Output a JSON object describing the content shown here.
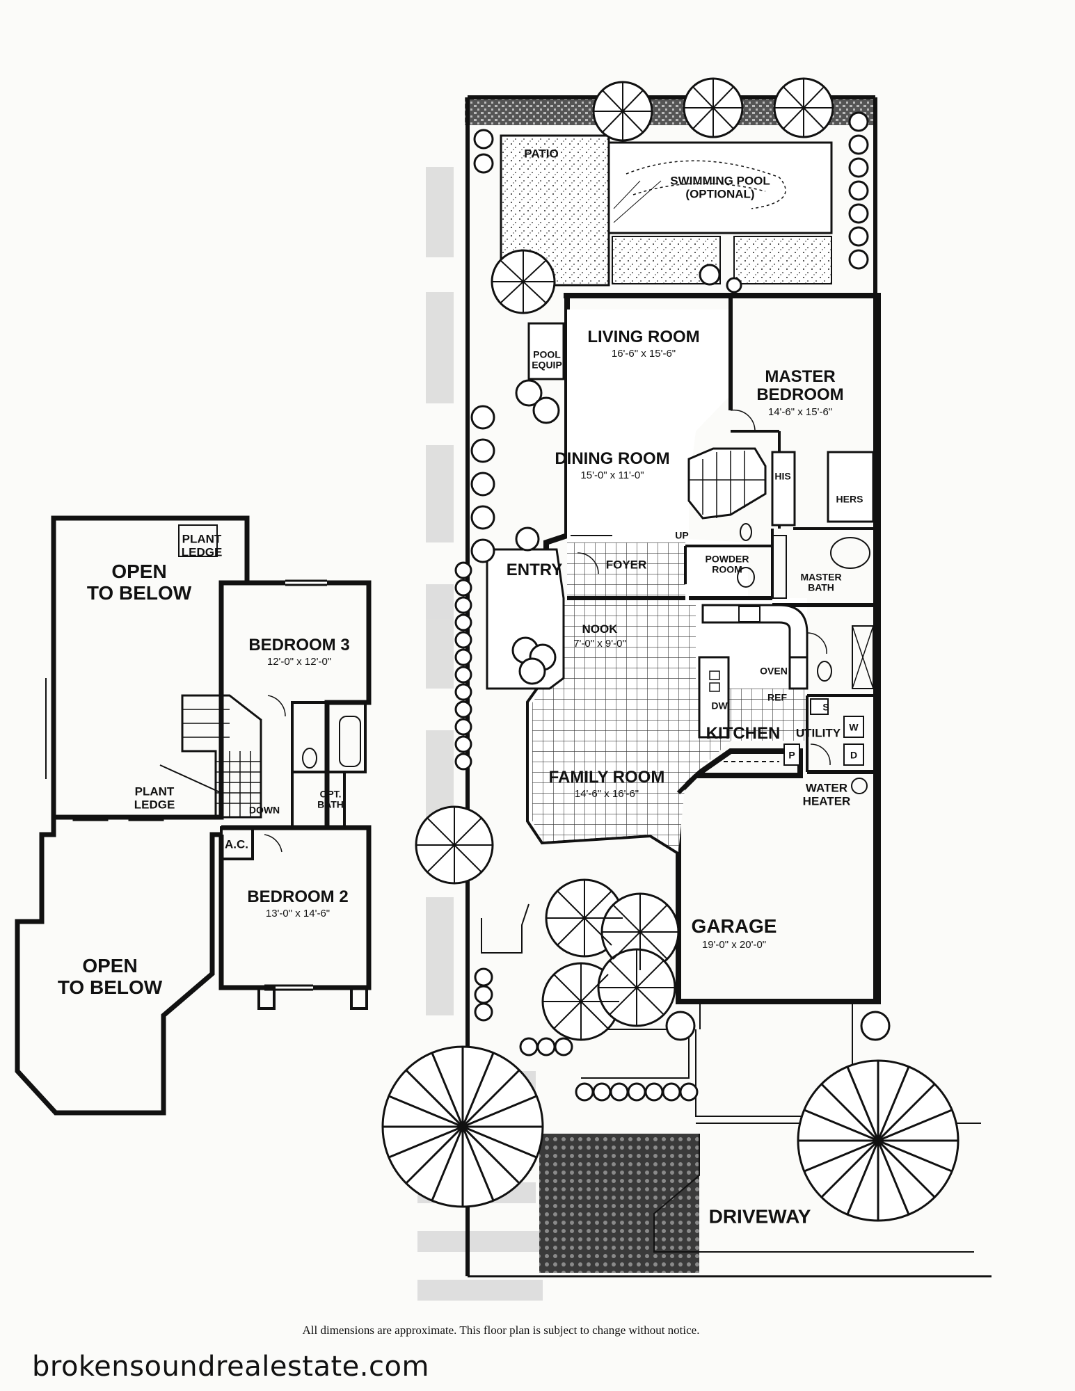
{
  "upper_floor": {
    "rooms": [
      {
        "id": "open-to-below-1",
        "name": "OPEN\nTO BELOW",
        "dims": ""
      },
      {
        "id": "plant-ledge-1",
        "name": "PLANT\nLEDGE",
        "dims": ""
      },
      {
        "id": "bedroom-3",
        "name": "BEDROOM 3",
        "dims": "12'-0\" x 12'-0\""
      },
      {
        "id": "plant-ledge-2",
        "name": "PLANT\nLEDGE",
        "dims": ""
      },
      {
        "id": "down",
        "name": "DOWN",
        "dims": ""
      },
      {
        "id": "opt-bath",
        "name": "OPT.\nBATH",
        "dims": ""
      },
      {
        "id": "ac",
        "name": "A.C.",
        "dims": ""
      },
      {
        "id": "bedroom-2",
        "name": "BEDROOM 2",
        "dims": "13'-0\" x 14'-6\""
      },
      {
        "id": "open-to-below-2",
        "name": "OPEN\nTO BELOW",
        "dims": ""
      }
    ]
  },
  "ground_floor": {
    "rooms": [
      {
        "id": "patio",
        "name": "PATIO",
        "dims": ""
      },
      {
        "id": "swimming-pool",
        "name": "SWIMMING POOL\n(OPTIONAL)",
        "dims": ""
      },
      {
        "id": "living-room",
        "name": "LIVING ROOM",
        "dims": "16'-6\" x 15'-6\""
      },
      {
        "id": "pool-equip",
        "name": "POOL\nEQUIP",
        "dims": ""
      },
      {
        "id": "master-bedroom",
        "name": "MASTER\nBEDROOM",
        "dims": "14'-6\" x 15'-6\""
      },
      {
        "id": "dining-room",
        "name": "DINING ROOM",
        "dims": "15'-0\" x 11'-0\""
      },
      {
        "id": "his",
        "name": "HIS",
        "dims": ""
      },
      {
        "id": "hers",
        "name": "HERS",
        "dims": ""
      },
      {
        "id": "up",
        "name": "UP",
        "dims": ""
      },
      {
        "id": "entry",
        "name": "ENTRY",
        "dims": ""
      },
      {
        "id": "foyer",
        "name": "FOYER",
        "dims": ""
      },
      {
        "id": "powder-room",
        "name": "POWDER\nROOM",
        "dims": ""
      },
      {
        "id": "master-bath",
        "name": "MASTER\nBATH",
        "dims": ""
      },
      {
        "id": "nook",
        "name": "NOOK",
        "dims": "7'-0\" x 9'-0\""
      },
      {
        "id": "oven",
        "name": "OVEN",
        "dims": ""
      },
      {
        "id": "ref",
        "name": "REF",
        "dims": ""
      },
      {
        "id": "dw",
        "name": "DW",
        "dims": ""
      },
      {
        "id": "s",
        "name": "S",
        "dims": ""
      },
      {
        "id": "w",
        "name": "W",
        "dims": ""
      },
      {
        "id": "kitchen",
        "name": "KITCHEN",
        "dims": ""
      },
      {
        "id": "utility",
        "name": "UTILITY",
        "dims": ""
      },
      {
        "id": "p",
        "name": "P",
        "dims": ""
      },
      {
        "id": "d",
        "name": "D",
        "dims": ""
      },
      {
        "id": "family-room",
        "name": "FAMILY ROOM",
        "dims": "14'-6\" x 16'-6\""
      },
      {
        "id": "water-heater",
        "name": "WATER\nHEATER",
        "dims": ""
      },
      {
        "id": "garage",
        "name": "GARAGE",
        "dims": "19'-0\" x 20'-0\""
      },
      {
        "id": "driveway",
        "name": "DRIVEWAY",
        "dims": ""
      }
    ]
  },
  "footnote": "All dimensions are approximate. This floor plan is subject to change without notice.",
  "brand": "brokensoundrealestate.com",
  "colors": {
    "ink": "#111111",
    "paper": "#fbfbf9",
    "tile": "#333333",
    "watermark": "#c8c8c8"
  }
}
